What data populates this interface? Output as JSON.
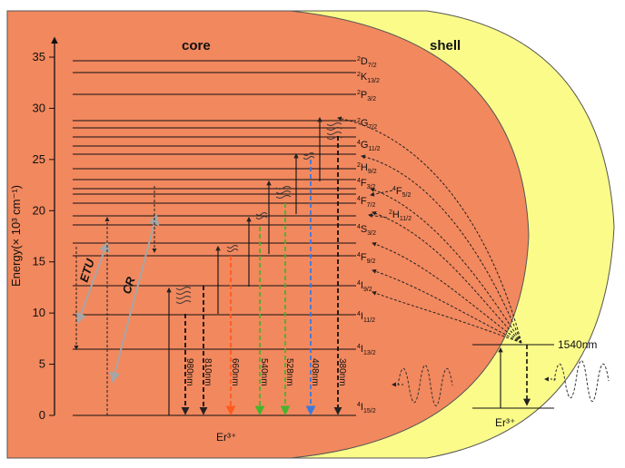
{
  "colors": {
    "core_fill": "#f2885e",
    "shell_fill": "#fbfb8a",
    "outline": "#555555",
    "wl_660": "#ff5a1e",
    "wl_540": "#43b62c",
    "wl_528": "#43b62c",
    "wl_408": "#3a7ae0",
    "ca_arrow": "#a6a6a6"
  },
  "regions": {
    "core": "core",
    "shell": "shell"
  },
  "axis": {
    "label": "Energy(× 10³ cm⁻¹)",
    "ticks": [
      "0",
      "5",
      "10",
      "15",
      "20",
      "25",
      "30",
      "35"
    ]
  },
  "ion": "Er³⁺",
  "shell_ion": "Er³⁺",
  "shell_wavelength": "1540nm",
  "processes": {
    "etu": "ETU",
    "cr": "CR"
  },
  "levels": [
    {
      "sup": "2",
      "base": "D",
      "sub": "7/2"
    },
    {
      "sup": "2",
      "base": "K",
      "sub": "13/2"
    },
    {
      "sup": "2",
      "base": "P",
      "sub": "3/2"
    },
    {
      "sup": "2",
      "base": "G",
      "sub": "7/2"
    },
    {
      "sup": "4",
      "base": "G",
      "sub": "11/2"
    },
    {
      "sup": "2",
      "base": "H",
      "sub": "9/2"
    },
    {
      "sup": "4",
      "base": "F",
      "sub": "3/2"
    },
    {
      "sup": "4",
      "base": "F",
      "sub": "5/2"
    },
    {
      "sup": "4",
      "base": "F",
      "sub": "7/2"
    },
    {
      "sup": "2",
      "base": "H",
      "sub": "11/2"
    },
    {
      "sup": "4",
      "base": "S",
      "sub": "3/2"
    },
    {
      "sup": "4",
      "base": "F",
      "sub": "9/2"
    },
    {
      "sup": "4",
      "base": "I",
      "sub": "9/2"
    },
    {
      "sup": "4",
      "base": "I",
      "sub": "11/2"
    },
    {
      "sup": "4",
      "base": "I",
      "sub": "13/2"
    },
    {
      "sup": "4",
      "base": "I",
      "sub": "15/2"
    }
  ],
  "emissions": [
    "980nm",
    "810nm",
    "660nm",
    "540nm",
    "528nm",
    "408nm",
    "380nm"
  ]
}
